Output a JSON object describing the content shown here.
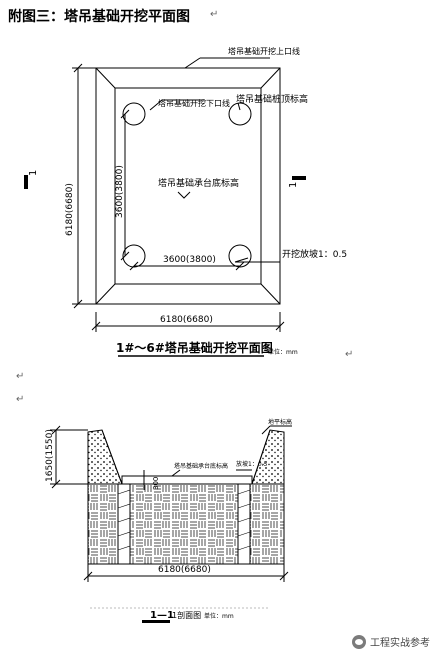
{
  "document": {
    "heading": "附图三：塔吊基础开挖平面图",
    "plan": {
      "label_top_edge": "塔吊基础开挖上口线",
      "label_bottom_edge": "塔吊基础开挖下口线",
      "label_pile_top": "塔吊基础桩顶标高",
      "label_cap_bottom": "塔吊基础承台底标高",
      "dim_outer_vertical": "6180(6680)",
      "dim_inner_vertical": "3600(3800)",
      "dim_inner_horizontal": "3600(3800)",
      "dim_outer_horizontal": "6180(6680)",
      "slope_label": "开挖放坡1：0.5",
      "section_mark": "1",
      "caption": "1#～6#塔吊基础开挖平面图",
      "unit_note": "单位：mm"
    },
    "section": {
      "label_ground": "地平标高",
      "label_cap_bottom": "塔吊基础承台底标高",
      "label_slope": "放坡1：0.5",
      "dim_vertical": "1650(1550)",
      "dim_cap": "300",
      "dim_horizontal": "6180(6680)",
      "caption_mark": "1—1",
      "caption": "1剖面图",
      "unit_note": "单位：mm"
    },
    "watermark": "工程实战参考",
    "watermark_icon": "wechat-icon"
  }
}
